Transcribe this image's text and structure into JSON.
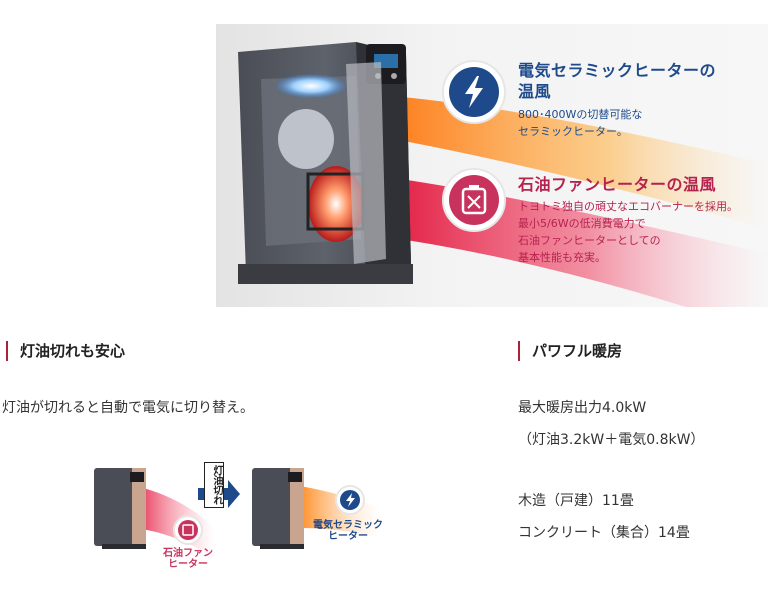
{
  "hero": {
    "electric": {
      "title_line1": "電気セラミックヒーターの",
      "title_line2": "温風",
      "desc_line1": "800･400Wの切替可能な",
      "desc_line2": "セラミックヒーター。"
    },
    "oil": {
      "title": "石油ファンヒーターの温風",
      "desc_line1": "トヨトミ独自の頑丈なエコバーナーを採用。",
      "desc_line2": "最小5/6Wの低消費電力で",
      "desc_line3": "石油ファンヒーターとしての",
      "desc_line4": "基本性能も充実。"
    },
    "colors": {
      "electric": "#1e4a8c",
      "oil": "#c8335e"
    },
    "icons": {
      "electric": "lightning-icon",
      "oil": "fuel-can-icon"
    }
  },
  "left_section": {
    "heading": "灯油切れも安心",
    "text": "灯油が切れると自動で電気に切り替え。",
    "diagram": {
      "oil_label_line1": "石油ファン",
      "oil_label_line2": "ヒーター",
      "switch_label": "灯油切れ",
      "electric_label_line1": "電気セラミック",
      "electric_label_line2": "ヒーター"
    }
  },
  "right_section": {
    "heading": "パワフル暖房",
    "line1": "最大暖房出力4.0kW",
    "line2": "（灯油3.2kW＋電気0.8kW）",
    "line3": "木造（戸建）11畳",
    "line4": "コンクリート（集合）14畳"
  }
}
